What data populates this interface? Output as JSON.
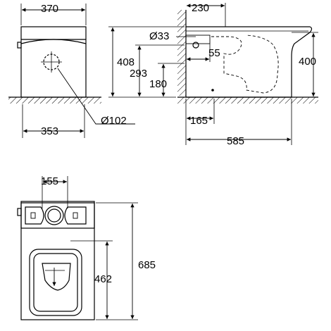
{
  "colors": {
    "ink": "#000000",
    "paper": "#ffffff"
  },
  "front_view": {
    "width_top": "370",
    "width_base": "353",
    "outlet_diameter": "Ø102"
  },
  "side_view": {
    "wall_offset": "230",
    "inlet_diameter": "Ø33",
    "inlet_offset": "55",
    "total_height": "408",
    "inlet_height": "293",
    "bowl_height": "180",
    "right_height": "400",
    "outlet_distance": "165",
    "depth": "585"
  },
  "top_view": {
    "cistern_spacing": "155",
    "length": "685",
    "seat_length": "462"
  }
}
